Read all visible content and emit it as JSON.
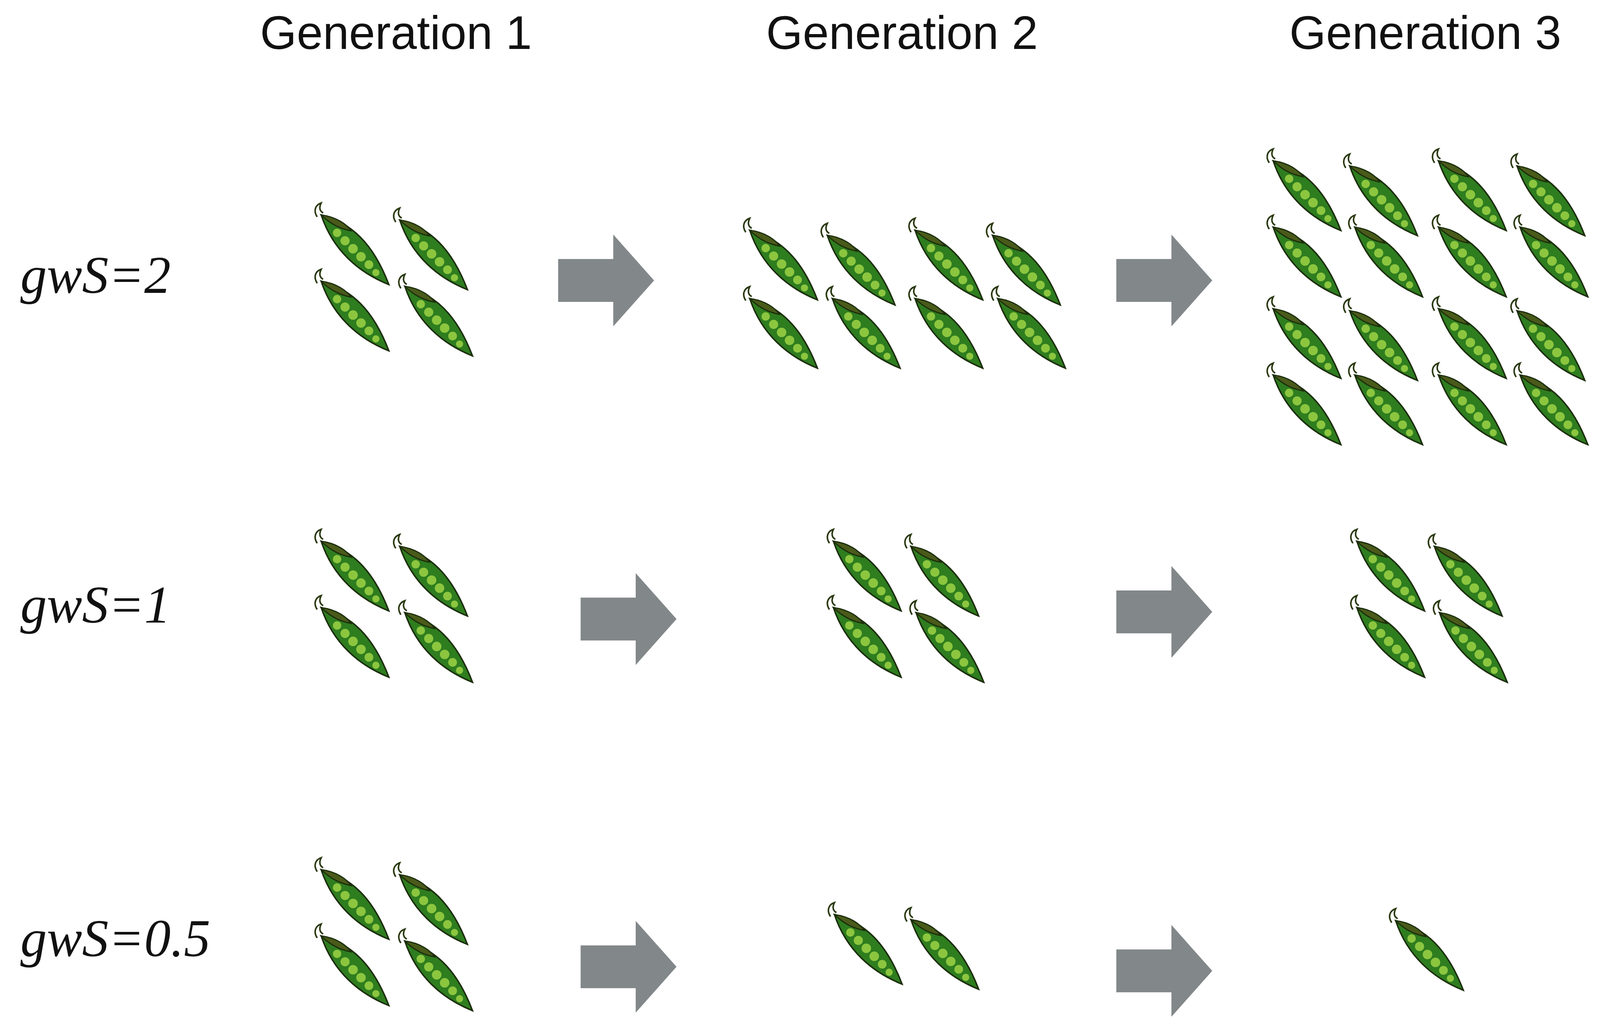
{
  "diagram": {
    "labels": [
      "Generation 1",
      "Generation 2",
      "Generation 3",
      "gwS=2",
      "gwS=1",
      "gwS=0.5"
    ]
  }
}
